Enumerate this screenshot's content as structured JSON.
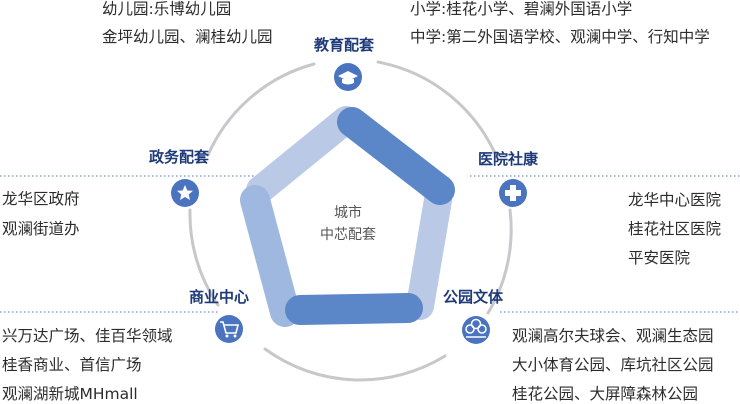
{
  "center": {
    "line1": "城市",
    "line2": "中芯配套"
  },
  "categories": {
    "education": {
      "label": "教育配套",
      "left_lines": [
        "幼儿园:乐博幼儿园",
        "金坪幼儿园、澜桂幼儿园"
      ],
      "right_lines": [
        "小学:桂花小学、碧澜外国语小学",
        "中学:第二外国语学校、观澜中学、行知中学"
      ]
    },
    "government": {
      "label": "政务配套",
      "lines": [
        "龙华区政府",
        "观澜街道办"
      ]
    },
    "hospital": {
      "label": "医院社康",
      "lines": [
        "龙华中心医院",
        "桂花社区医院",
        "平安医院"
      ]
    },
    "commerce": {
      "label": "商业中心",
      "lines": [
        "兴万达广场、佳百华领域",
        "桂香商业、首信广场",
        "观澜湖新城MHmall"
      ]
    },
    "park": {
      "label": "公园文体",
      "lines": [
        "观澜高尔夫球会、观澜生态园",
        "大小体育公园、库坑社区公园",
        "桂花公园、大屏障森林公园"
      ]
    }
  },
  "colors": {
    "accent": "#3f6cb8",
    "star_dark": "#5b86c7",
    "star_light": "#b9c9e6",
    "ring": "#c8c8cc",
    "title": "#1e3a78"
  }
}
